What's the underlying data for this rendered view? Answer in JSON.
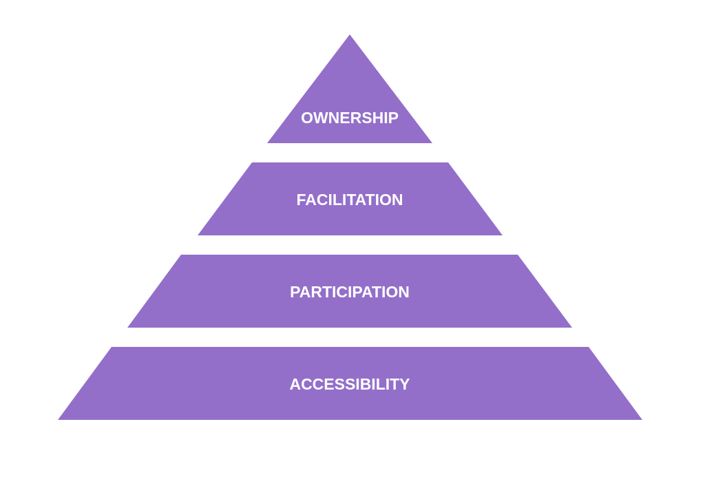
{
  "colors": {
    "tier_fill": "#936FCA",
    "text": "#FFFFFF",
    "background": "#FFFFFF"
  },
  "pyramid": {
    "tiers": [
      {
        "label": "OWNERSHIP"
      },
      {
        "label": "FACILITATION"
      },
      {
        "label": "PARTICIPATION"
      },
      {
        "label": "ACCESSIBILITY"
      }
    ]
  }
}
